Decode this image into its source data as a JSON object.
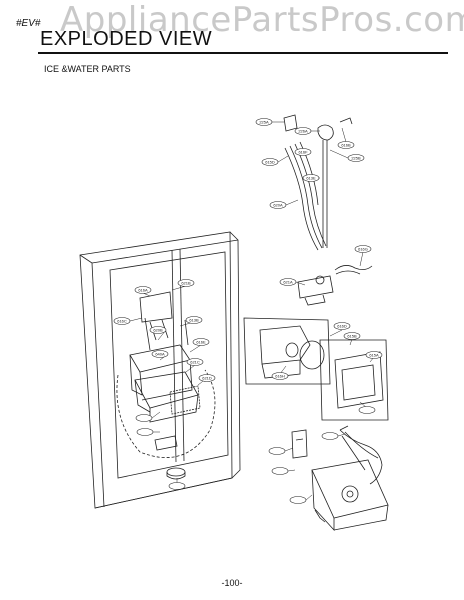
{
  "header": {
    "section_tag": "#EV#",
    "watermark": "AppliancePartsPros.com",
    "title": "EXPLODED VIEW",
    "subtitle": "ICE &WATER PARTS"
  },
  "callouts": [
    "225A",
    "226A",
    "616B",
    "616F",
    "225B",
    "613E",
    "615D",
    "616G",
    "620A",
    "621A",
    "621B",
    "616A",
    "616C",
    "613B",
    "620B",
    "616E",
    "640A",
    "621C",
    "621D",
    "616D",
    "615B",
    "615A",
    "616H"
  ],
  "footer": {
    "page_number": "-100-"
  }
}
